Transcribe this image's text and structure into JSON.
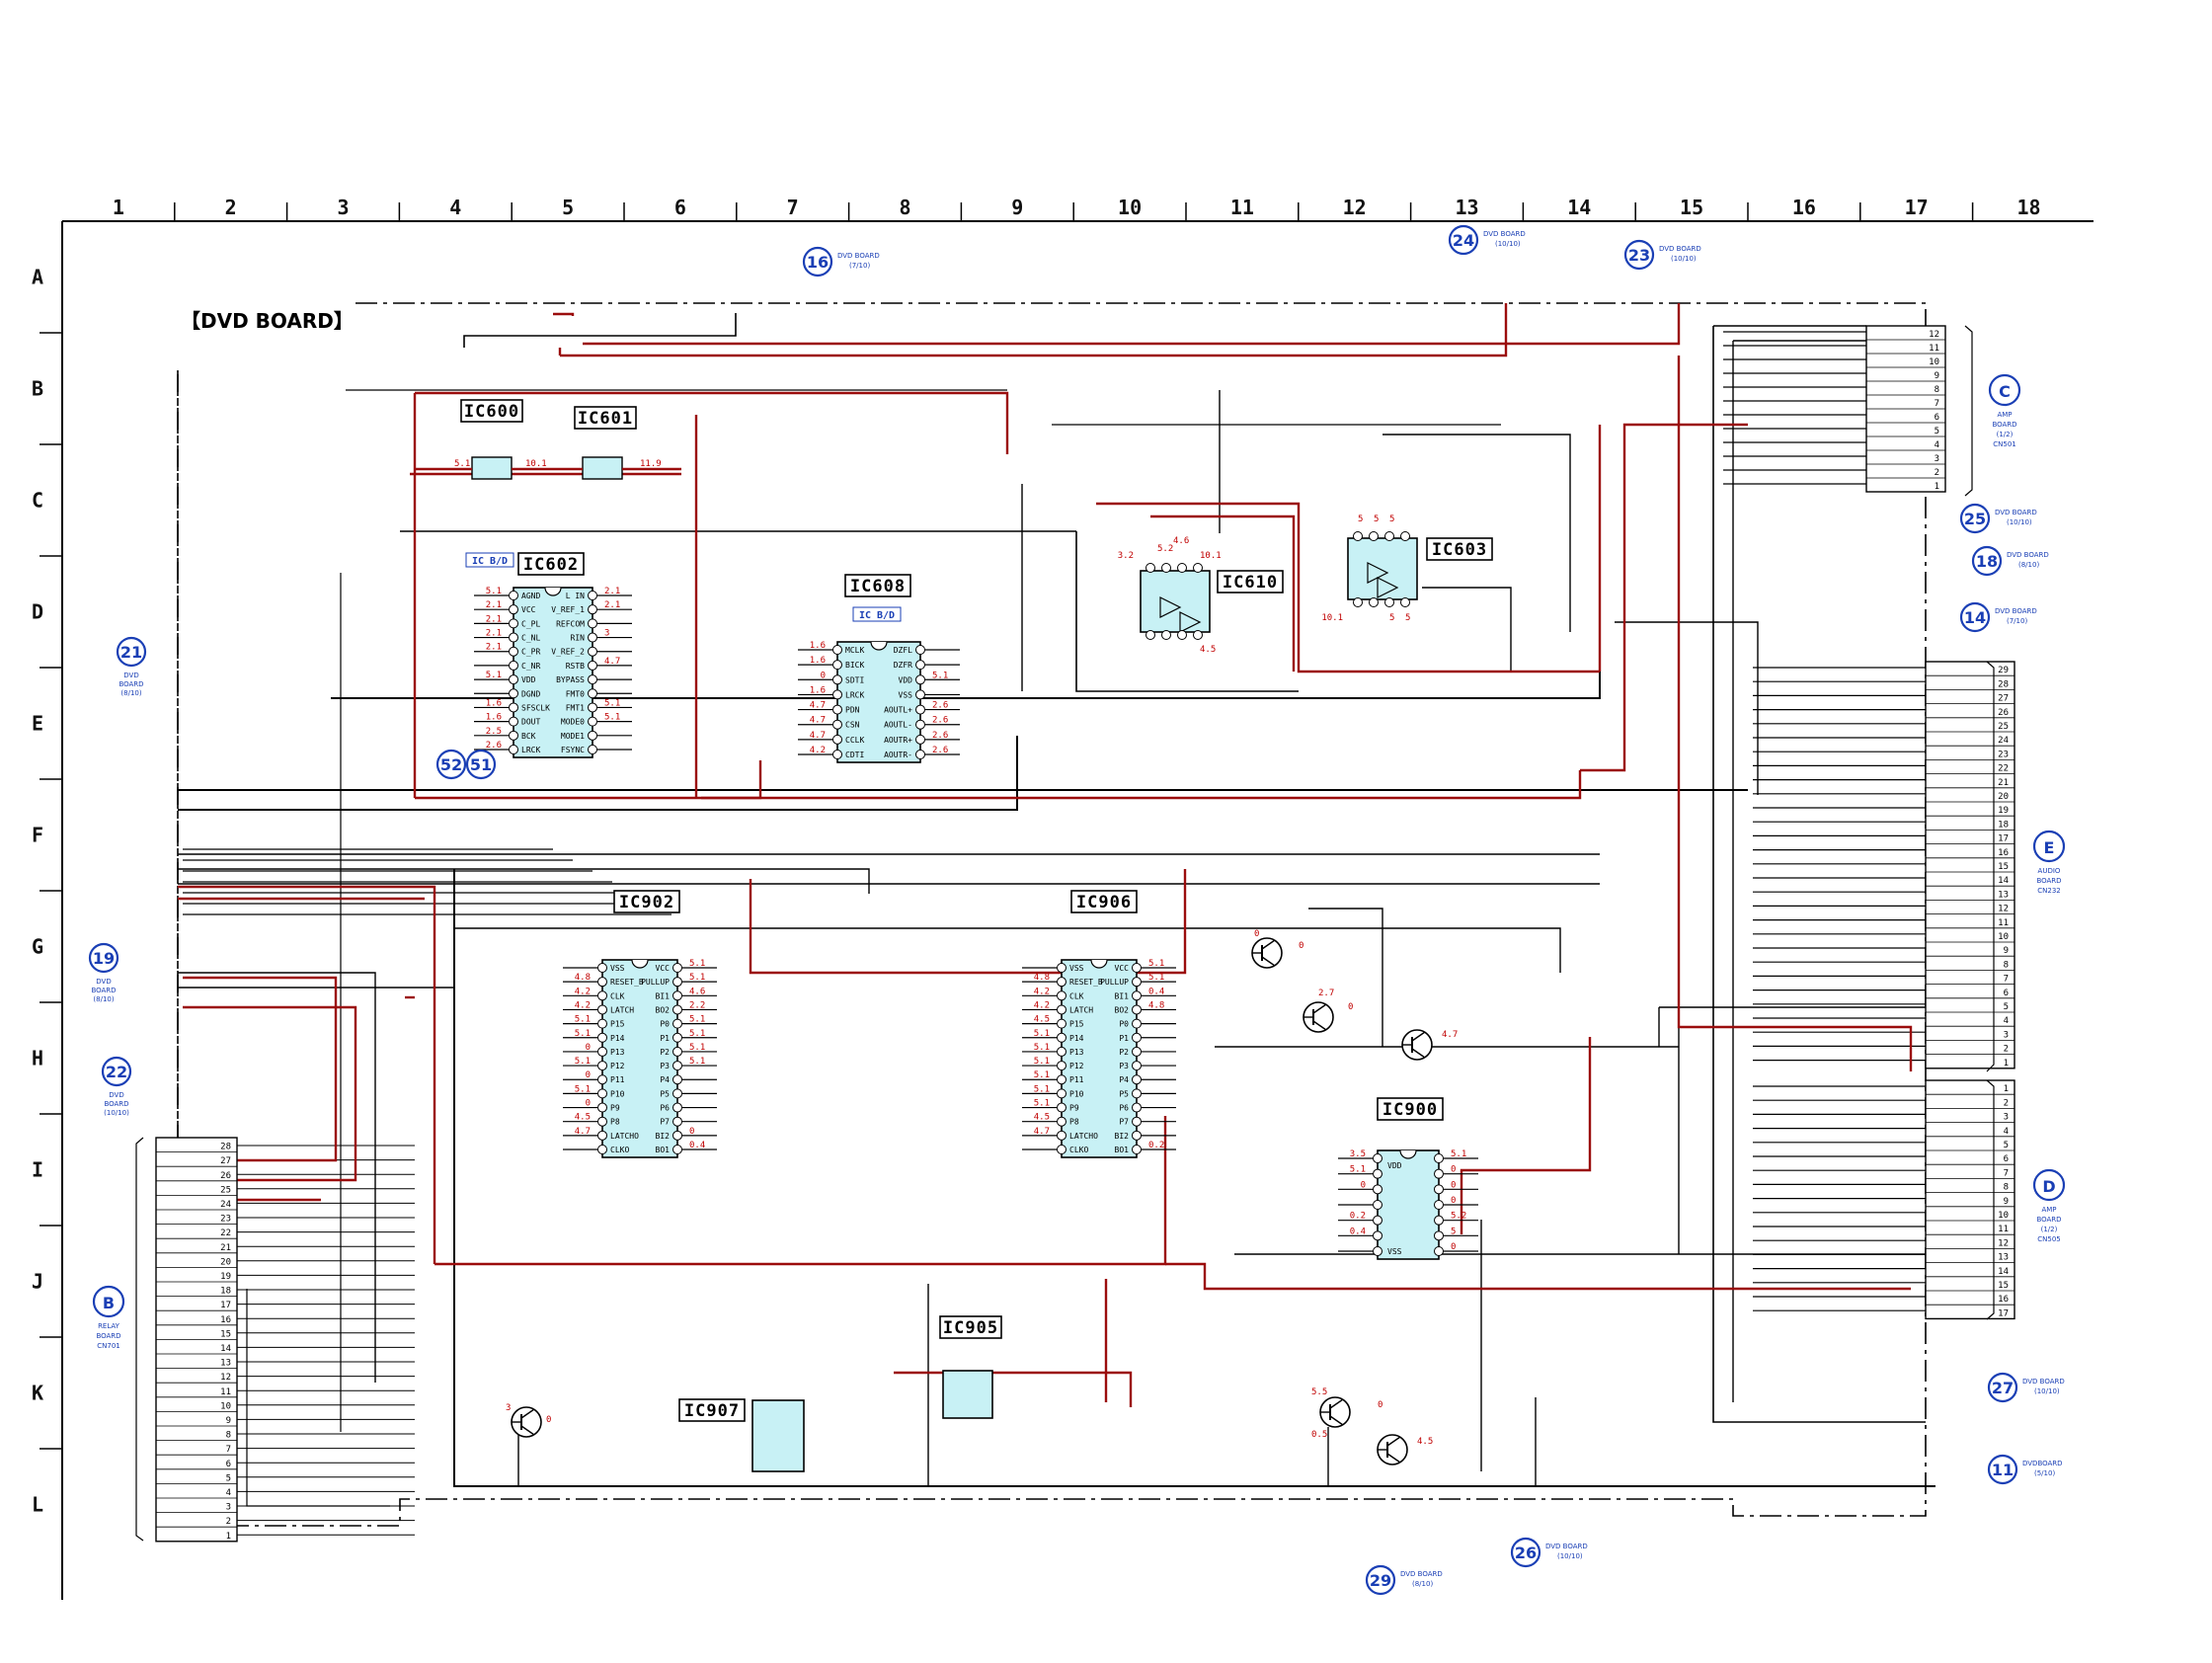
{
  "board_title": "【DVD BOARD】",
  "columns": [
    "1",
    "2",
    "3",
    "4",
    "5",
    "6",
    "7",
    "8",
    "9",
    "10",
    "11",
    "12",
    "13",
    "14",
    "15",
    "16",
    "17",
    "18"
  ],
  "rows": [
    "A",
    "B",
    "C",
    "D",
    "E",
    "F",
    "G",
    "H",
    "I",
    "J",
    "K",
    "L"
  ],
  "ics": [
    {
      "id": "ic600",
      "label": "IC600"
    },
    {
      "id": "ic601",
      "label": "IC601"
    },
    {
      "id": "ic602",
      "label": "IC602",
      "note": "IC B/D"
    },
    {
      "id": "ic608",
      "label": "IC608",
      "note": "IC B/D"
    },
    {
      "id": "ic610",
      "label": "IC610"
    },
    {
      "id": "ic603",
      "label": "IC603"
    },
    {
      "id": "ic902",
      "label": "IC902"
    },
    {
      "id": "ic906",
      "label": "IC906"
    },
    {
      "id": "ic900",
      "label": "IC900"
    },
    {
      "id": "ic905",
      "label": "IC905"
    },
    {
      "id": "ic907",
      "label": "IC907"
    }
  ],
  "ic602_pins_left": [
    "AGND",
    "VCC",
    "C_PL",
    "C_NL",
    "C_PR",
    "C_NR",
    "VDD",
    "DGND",
    "SFSCLK",
    "DOUT",
    "BCK",
    "LRCK"
  ],
  "ic602_pins_right": [
    "L IN",
    "V_REF_1",
    "REFCOM",
    "RIN",
    "V_REF_2",
    "RSTB",
    "BYPASS",
    "FMT0",
    "FMT1",
    "MODE0",
    "MODE1",
    "FSYNC"
  ],
  "ic602_volts_left": [
    "5.1",
    "2.1",
    "2.1",
    "2.1",
    "2.1",
    "5.1",
    "1.6",
    "1.6",
    "2.5",
    "2.6"
  ],
  "ic602_volts_right": [
    "2.1",
    "2.1",
    "3",
    "4.7",
    "5.1",
    "5.1"
  ],
  "ic608_pins_left": [
    "MCLK",
    "BICK",
    "SDTI",
    "LRCK",
    "PDN",
    "CSN",
    "CCLK",
    "CDTI"
  ],
  "ic608_pins_right": [
    "DZFL",
    "DZFR",
    "VDD",
    "VSS",
    "AOUTL+",
    "AOUTL-",
    "AOUTR+",
    "AOUTR-"
  ],
  "ic608_volts_left": [
    "1.6",
    "1.6",
    "0",
    "1.6",
    "4.7",
    "4.7",
    "4.7",
    "4.2"
  ],
  "ic608_volts_right": [
    "5.1",
    "2.6",
    "2.6",
    "2.6",
    "2.6"
  ],
  "ic902_pins_left": [
    "VSS",
    "RESET_B",
    "CLK",
    "LATCH",
    "P15",
    "P14",
    "P13",
    "P12",
    "P11",
    "P10",
    "P9",
    "P8",
    "LATCHO",
    "CLKO"
  ],
  "ic902_pins_right": [
    "VCC",
    "PULLUP",
    "BI1",
    "BO2",
    "P0",
    "P1",
    "P2",
    "P3",
    "P4",
    "P5",
    "P6",
    "P7",
    "BI2",
    "BO1"
  ],
  "ic902_volts_left": [
    "4.8",
    "4.2",
    "4.2",
    "5.1",
    "5.1",
    "0",
    "5.1",
    "0",
    "5.1",
    "0",
    "4.5",
    "4.7"
  ],
  "ic902_volts_right": [
    "5.1",
    "5.1",
    "4.6",
    "2.2",
    "5.1",
    "5.1",
    "5.1",
    "5.1",
    "0",
    "0.4"
  ],
  "ic906_pins_left": [
    "VSS",
    "RESET_B",
    "CLK",
    "LATCH",
    "P15",
    "P14",
    "P13",
    "P12",
    "P11",
    "P10",
    "P9",
    "P8",
    "LATCHO",
    "CLKO"
  ],
  "ic906_pins_right": [
    "VCC",
    "PULLUP",
    "BI1",
    "BO2",
    "P0",
    "P1",
    "P2",
    "P3",
    "P4",
    "P5",
    "P6",
    "P7",
    "BI2",
    "BO1"
  ],
  "ic906_volts_left": [
    "4.8",
    "4.2",
    "4.2",
    "4.5",
    "5.1",
    "5.1",
    "5.1",
    "5.1",
    "5.1",
    "5.1",
    "4.5",
    "4.7"
  ],
  "ic906_volts_right": [
    "5.1",
    "5.1",
    "0.4",
    "4.8",
    "0.2"
  ],
  "ic900_pins_left": [
    "VDD"
  ],
  "ic900_pins_right": [
    "VSS"
  ],
  "ic900_volts_left": [
    "3.5",
    "5.1",
    "0",
    "0.2",
    "0.4"
  ],
  "ic900_volts_right": [
    "5.1",
    "0",
    "0",
    "0",
    "5.2",
    "5",
    "0"
  ],
  "ic610_volts": [
    "3.2",
    "5.2",
    "4.6",
    "10.1",
    "4.5"
  ],
  "ic603_volts": [
    "5",
    "5",
    "5",
    "10.1",
    "5",
    "5"
  ],
  "ic600_volts": [
    "5.1",
    "10.1"
  ],
  "ic601_volts": [
    "11.9"
  ],
  "transistor_volts": [
    "0",
    "0",
    "2.7",
    "0",
    "4.7",
    "5.5",
    "0",
    "0.5",
    "4.5",
    "3",
    "0"
  ],
  "refs": [
    {
      "num": "16",
      "text": "DVD BOARD",
      "sub": "(7/10)"
    },
    {
      "num": "24",
      "text": "DVD BOARD",
      "sub": "(10/10)"
    },
    {
      "num": "23",
      "text": "DVD BOARD",
      "sub": "(10/10)"
    },
    {
      "num": "25",
      "text": "DVD BOARD",
      "sub": "(10/10)"
    },
    {
      "num": "18",
      "text": "DVD BOARD",
      "sub": "(8/10)"
    },
    {
      "num": "14",
      "text": "DVD BOARD",
      "sub": "(7/10)"
    },
    {
      "num": "21",
      "text": "DVD",
      "text2": "BOARD",
      "sub": "(8/10)"
    },
    {
      "num": "19",
      "text": "DVD",
      "text2": "BOARD",
      "sub": "(8/10)"
    },
    {
      "num": "22",
      "text": "DVD",
      "text2": "BOARD",
      "sub": "(10/10)"
    },
    {
      "num": "27",
      "text": "DVD BOARD",
      "sub": "(10/10)"
    },
    {
      "num": "11",
      "text": "DVDBOARD",
      "sub": "(5/10)"
    },
    {
      "num": "26",
      "text": "DVD BOARD",
      "sub": "(10/10)"
    },
    {
      "num": "29",
      "text": "DVD BOARD",
      "sub": "(8/10)"
    },
    {
      "num": "52",
      "text": "",
      "sub": ""
    },
    {
      "num": "51",
      "text": "",
      "sub": ""
    }
  ],
  "board_refs": [
    {
      "letter": "C",
      "lines": [
        "AMP",
        "BOARD",
        "(1/2)",
        "CN501"
      ]
    },
    {
      "letter": "E",
      "lines": [
        "AUDIO",
        "BOARD",
        "CN232"
      ]
    },
    {
      "letter": "D",
      "lines": [
        "AMP",
        "BOARD",
        "(1/2)",
        "CN505"
      ]
    },
    {
      "letter": "B",
      "lines": [
        "RELAY",
        "BOARD",
        "CN701"
      ]
    }
  ],
  "cn_amp_c_pins": [
    "12",
    "11",
    "10",
    "9",
    "8",
    "7",
    "6",
    "5",
    "4",
    "3",
    "2",
    "1"
  ],
  "cn_audio_e_pins": [
    "29",
    "28",
    "27",
    "26",
    "25",
    "24",
    "23",
    "22",
    "21",
    "20",
    "19",
    "18",
    "17",
    "16",
    "15",
    "14",
    "13",
    "12",
    "11",
    "10",
    "9",
    "8",
    "7",
    "6",
    "5",
    "4",
    "3",
    "2",
    "1"
  ],
  "cn_amp_d_pins": [
    "1",
    "2",
    "3",
    "4",
    "5",
    "6",
    "7",
    "8",
    "9",
    "10",
    "11",
    "12",
    "13",
    "14",
    "15",
    "16",
    "17"
  ],
  "cn_relay_b_pins": [
    "28",
    "27",
    "26",
    "25",
    "24",
    "23",
    "22",
    "21",
    "20",
    "19",
    "18",
    "17",
    "16",
    "15",
    "14",
    "13",
    "12",
    "11",
    "10",
    "9",
    "8",
    "7",
    "6",
    "5",
    "4",
    "3",
    "2",
    "1"
  ],
  "colors": {
    "wire": "#000000",
    "power": "#9b0d0d",
    "ic_fill": "#c8f1f5",
    "ref": "#1a3fb5",
    "volt": "#c00000"
  }
}
